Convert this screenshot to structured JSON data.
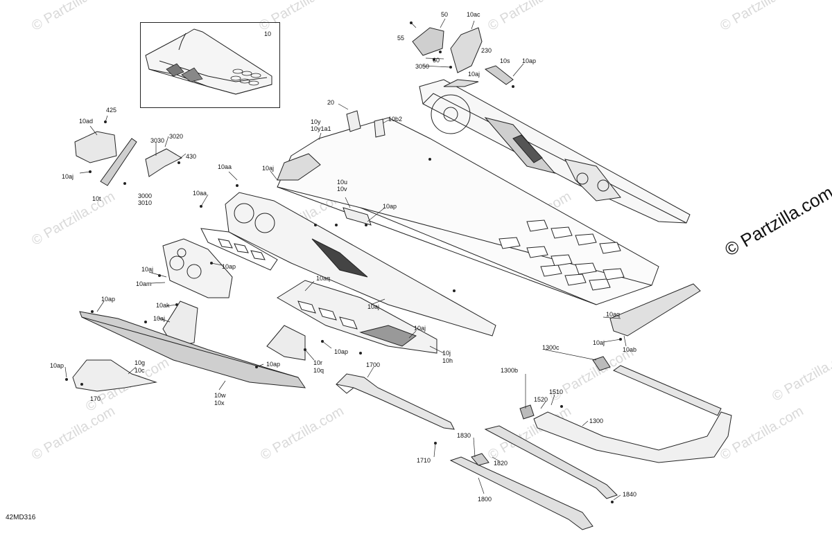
{
  "diagram": {
    "code": "42MD316",
    "watermark": "© Partzilla.com",
    "inset_label": "10",
    "callouts": [
      {
        "id": "c-10",
        "text": "10"
      },
      {
        "id": "c-50",
        "text": "50"
      },
      {
        "id": "c-10ac",
        "text": "10ac"
      },
      {
        "id": "c-55",
        "text": "55"
      },
      {
        "id": "c-230",
        "text": "230"
      },
      {
        "id": "c-60",
        "text": "60"
      },
      {
        "id": "c-10s",
        "text": "10s"
      },
      {
        "id": "c-10ap-a",
        "text": "10ap"
      },
      {
        "id": "c-3050",
        "text": "3050"
      },
      {
        "id": "c-10aj-a",
        "text": "10aj"
      },
      {
        "id": "c-20",
        "text": "20"
      },
      {
        "id": "c-10b2",
        "text": "10b2"
      },
      {
        "id": "c-10y",
        "text": "10y"
      },
      {
        "id": "c-10y1a1",
        "text": "10y1a1"
      },
      {
        "id": "c-425",
        "text": "425"
      },
      {
        "id": "c-10ad",
        "text": "10ad"
      },
      {
        "id": "c-3020",
        "text": "3020"
      },
      {
        "id": "c-3030",
        "text": "3030"
      },
      {
        "id": "c-430",
        "text": "430"
      },
      {
        "id": "c-10aj-b",
        "text": "10aj"
      },
      {
        "id": "c-10t",
        "text": "10t"
      },
      {
        "id": "c-3000",
        "text": "3000"
      },
      {
        "id": "c-3010",
        "text": "3010"
      },
      {
        "id": "c-10aa-a",
        "text": "10aa"
      },
      {
        "id": "c-10aj-c",
        "text": "10aj"
      },
      {
        "id": "c-10aa-b",
        "text": "10aa"
      },
      {
        "id": "c-10u",
        "text": "10u"
      },
      {
        "id": "c-10v",
        "text": "10v"
      },
      {
        "id": "c-10ap-b",
        "text": "10ap"
      },
      {
        "id": "c-10ap-c",
        "text": "10ap"
      },
      {
        "id": "c-10aj-d",
        "text": "10aj"
      },
      {
        "id": "c-10am",
        "text": "10am"
      },
      {
        "id": "c-10aq-a",
        "text": "10aq"
      },
      {
        "id": "c-10ap-d",
        "text": "10ap"
      },
      {
        "id": "c-10ak",
        "text": "10ak"
      },
      {
        "id": "c-10aj-e",
        "text": "10aj"
      },
      {
        "id": "c-10aj-f",
        "text": "10aj"
      },
      {
        "id": "c-10aq-b",
        "text": "10aq"
      },
      {
        "id": "c-10aj-g",
        "text": "10aj"
      },
      {
        "id": "c-10aj-h",
        "text": "10aj"
      },
      {
        "id": "c-10ab",
        "text": "10ab"
      },
      {
        "id": "c-10ap-e",
        "text": "10ap"
      },
      {
        "id": "c-10j",
        "text": "10j"
      },
      {
        "id": "c-10h",
        "text": "10h"
      },
      {
        "id": "c-10ap-f",
        "text": "10ap"
      },
      {
        "id": "c-10g",
        "text": "10g"
      },
      {
        "id": "c-10c",
        "text": "10c"
      },
      {
        "id": "c-10ap-g",
        "text": "10ap"
      },
      {
        "id": "c-10r",
        "text": "10r"
      },
      {
        "id": "c-10q",
        "text": "10q"
      },
      {
        "id": "c-1700",
        "text": "1700"
      },
      {
        "id": "c-1300c",
        "text": "1300c"
      },
      {
        "id": "c-1300b",
        "text": "1300b"
      },
      {
        "id": "c-170",
        "text": "170"
      },
      {
        "id": "c-10w",
        "text": "10w"
      },
      {
        "id": "c-10x",
        "text": "10x"
      },
      {
        "id": "c-1510",
        "text": "1510"
      },
      {
        "id": "c-1520",
        "text": "1520"
      },
      {
        "id": "c-1300",
        "text": "1300"
      },
      {
        "id": "c-1830",
        "text": "1830"
      },
      {
        "id": "c-1710",
        "text": "1710"
      },
      {
        "id": "c-1820",
        "text": "1820"
      },
      {
        "id": "c-1800",
        "text": "1800"
      },
      {
        "id": "c-1840",
        "text": "1840"
      }
    ]
  }
}
